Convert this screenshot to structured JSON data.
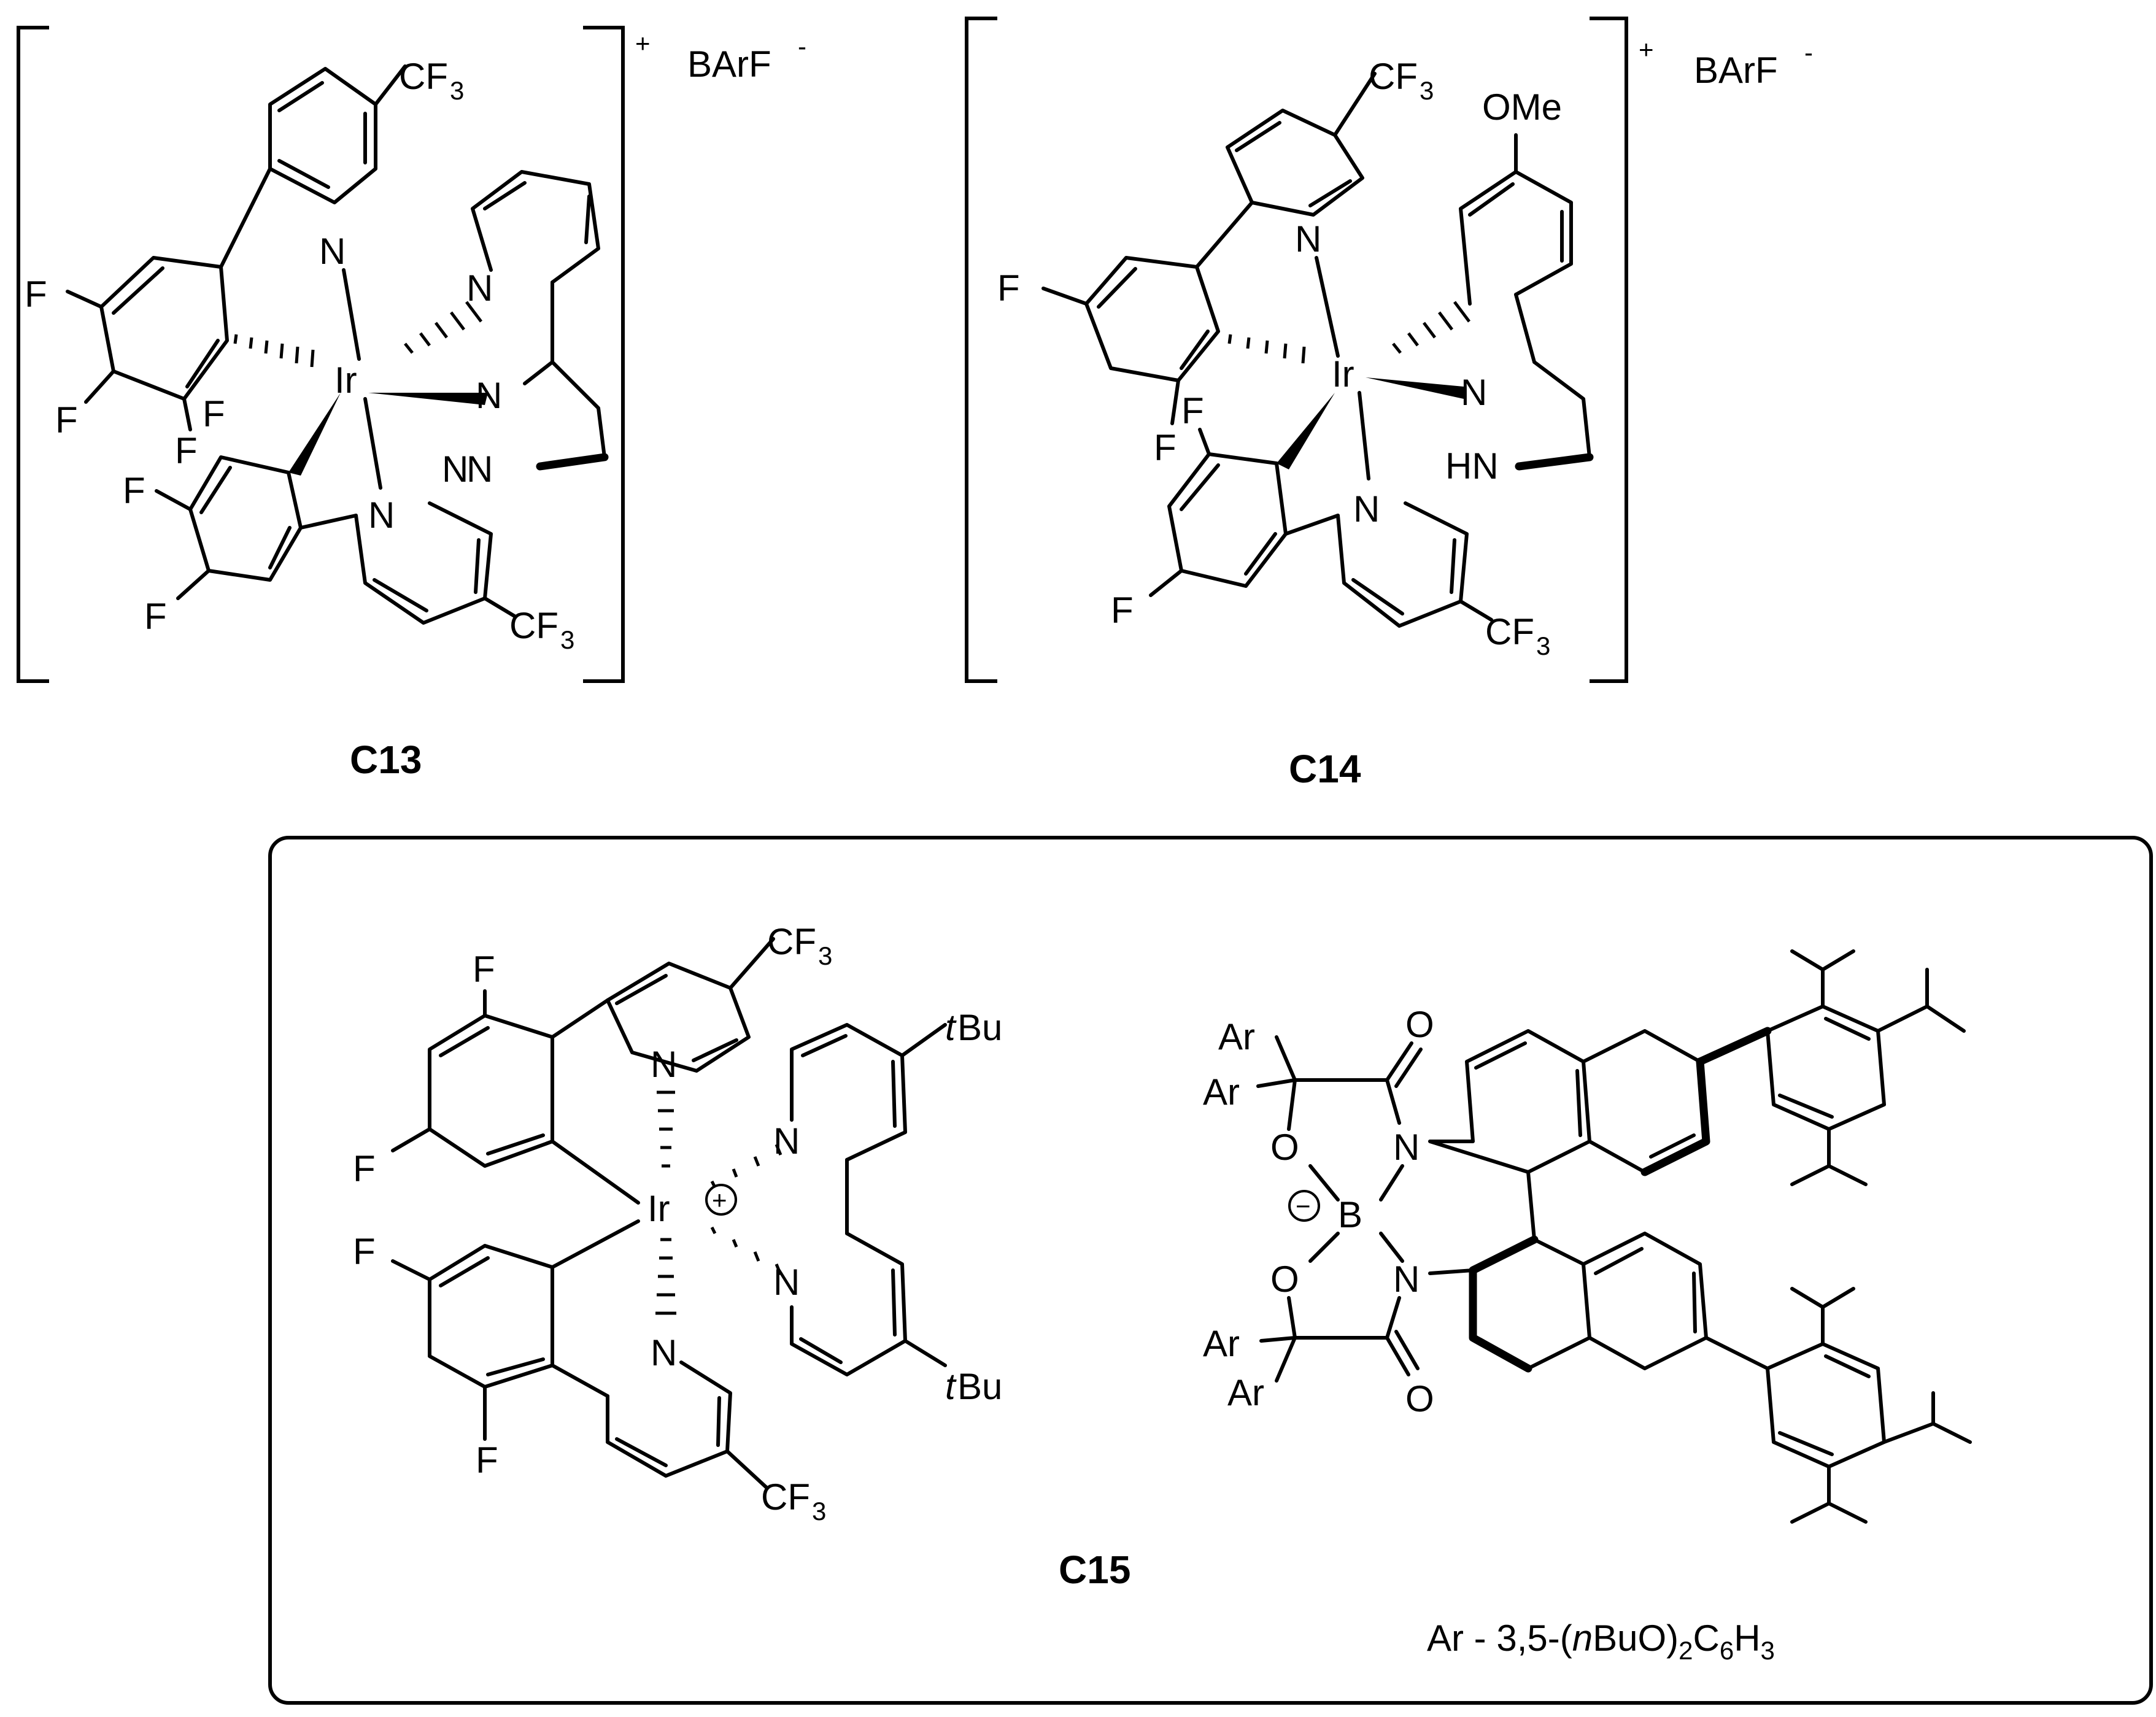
{
  "compounds": [
    {
      "id": "C13",
      "label": "C13",
      "counterion": "BArF",
      "counterion_charge": "-",
      "cation_charge": "+"
    },
    {
      "id": "C14",
      "label": "C14",
      "counterion": "BArF",
      "counterion_charge": "-",
      "cation_charge": "+"
    },
    {
      "id": "C15",
      "label": "C15",
      "footnote_parts": [
        "Ar - 3,5-(",
        "n",
        "BuO)",
        "2",
        "C",
        "6",
        "H",
        "3"
      ]
    }
  ],
  "atom_labels": {
    "metal": "Ir",
    "nitrogen": "N",
    "fluorine": "F",
    "cf3_main": "CF",
    "cf3_sub": "3",
    "ome": "OMe",
    "nh": "HN",
    "tbu_italic": "t",
    "tbu_rest": "Bu",
    "boron": "B",
    "oxygen": "O",
    "aryl": "Ar",
    "plus_charge": "+",
    "minus_charge": "−"
  },
  "colors": {
    "ink": "#000000",
    "background": "#ffffff"
  }
}
